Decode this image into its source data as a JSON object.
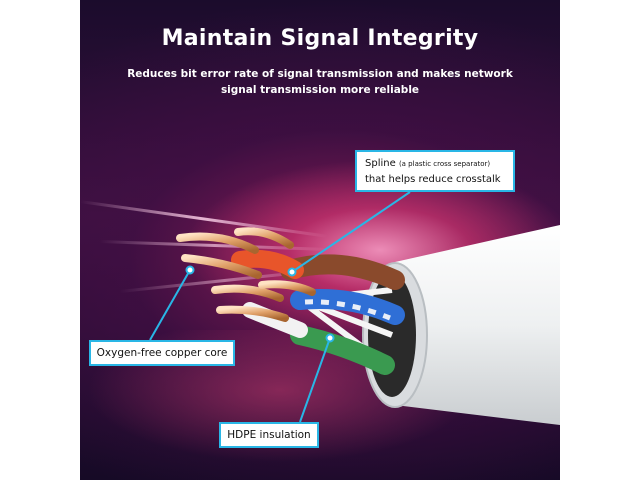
{
  "header": {
    "title": "Maintain Signal Integrity",
    "subtitle_line1": "Reduces bit error rate of signal transmission and makes network",
    "subtitle_line2": "signal transmission more reliable"
  },
  "callouts": {
    "spline_main": "Spline",
    "spline_note": "(a plastic cross separator)",
    "spline_line2": "that helps reduce crosstalk",
    "copper": "Oxygen-free copper core",
    "hdpe": "HDPE insulation"
  },
  "colors": {
    "callout_border": "#29b6e6",
    "background": "#2a0d35",
    "accent_glow": "#e63c78",
    "copper": "#d9985c",
    "jacket": "#eef0f1"
  }
}
